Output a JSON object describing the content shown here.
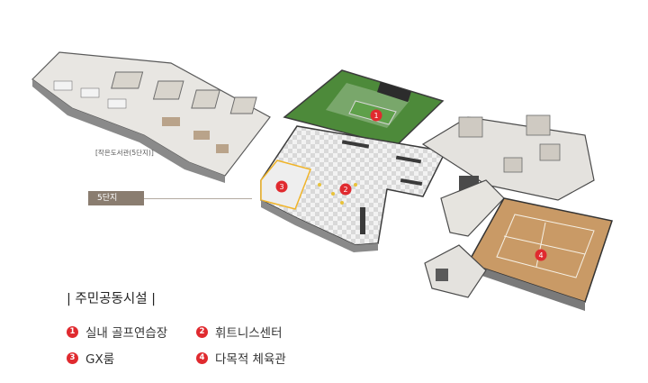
{
  "library_caption": "[작은도서관(5단지)]",
  "complex_tag": "5단지",
  "legend": {
    "title": "| 주민공동시설 |",
    "items": [
      {
        "number": "1",
        "label": "실내 골프연습장"
      },
      {
        "number": "2",
        "label": "휘트니스센터"
      },
      {
        "number": "3",
        "label": "GX룸"
      },
      {
        "number": "4",
        "label": "다목적 체육관"
      }
    ]
  },
  "map_markers": [
    "1",
    "2",
    "3",
    "4"
  ],
  "colors": {
    "marker": "#e02a2f",
    "golf_turf": "#4d8a3a",
    "gym_floor": "#c99a66",
    "tag": "#8a7d70"
  }
}
